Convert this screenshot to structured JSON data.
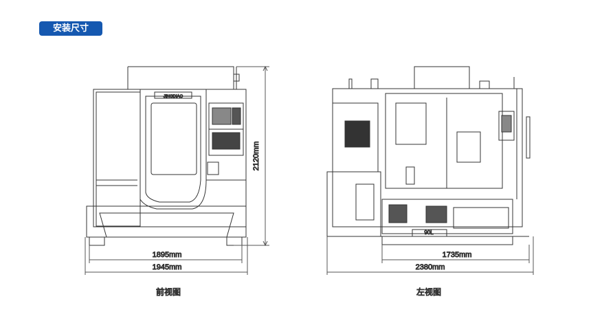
{
  "header": {
    "section_title": "安装尺寸"
  },
  "front_view": {
    "caption": "前视图",
    "width_inner": "1895mm",
    "width_outer": "1945mm",
    "height": "2120mm",
    "brand_plate": "JINGDIAO"
  },
  "side_view": {
    "caption": "左视图",
    "width_inner": "1735mm",
    "width_outer": "2380mm",
    "tank_label": "90L"
  },
  "colors": {
    "tag_bg": "#1558b0",
    "line": "#333333"
  }
}
